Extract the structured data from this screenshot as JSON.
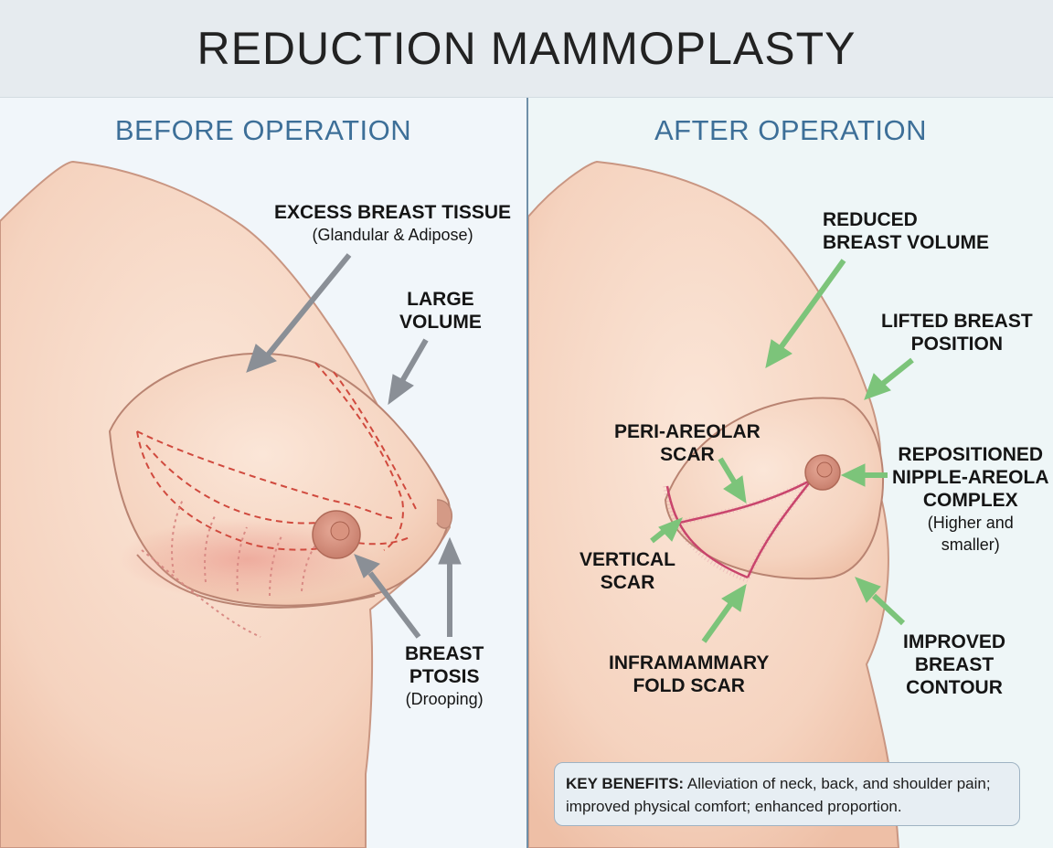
{
  "title": "REDUCTION MAMMOPLASTY",
  "before": {
    "heading": "BEFORE OPERATION",
    "labels": {
      "excess_tissue": {
        "title": "EXCESS BREAST TISSUE",
        "sub": "(Glandular & Adipose)"
      },
      "large_volume": {
        "line1": "LARGE",
        "line2": "VOLUME"
      },
      "ptosis": {
        "line1": "BREAST",
        "line2": "PTOSIS",
        "sub": "(Drooping)"
      }
    }
  },
  "after": {
    "heading": "AFTER OPERATION",
    "labels": {
      "reduced_volume": {
        "line1": "REDUCED",
        "line2": "BREAST VOLUME"
      },
      "lifted_position": {
        "line1": "LIFTED BREAST",
        "line2": "POSITION"
      },
      "peri_areolar": {
        "line1": "PERI-AREOLAR",
        "line2": "SCAR"
      },
      "repositioned": {
        "line1": "REPOSITIONED",
        "line2": "NIPPLE-AREOLA",
        "line3": "COMPLEX",
        "sub1": "(Higher and",
        "sub2": "smaller)"
      },
      "vertical_scar": {
        "line1": "VERTICAL",
        "line2": "SCAR"
      },
      "inframammary": {
        "line1": "INFRAMAMMARY",
        "line2": "FOLD SCAR"
      },
      "improved_contour": {
        "line1": "IMPROVED",
        "line2": "BREAST",
        "line3": "CONTOUR"
      }
    }
  },
  "benefits": {
    "label": "KEY BENEFITS:",
    "text": " Alleviation of neck, back, and shoulder pain; improved physical comfort; enhanced proportion."
  },
  "colors": {
    "skin": "#f6d7c4",
    "skin_outline": "#b98472",
    "incision_dashed": "#d04a3e",
    "scar": "#c8426a",
    "arrow_before": "#8a8f96",
    "arrow_after": "#7cc47a",
    "heading": "#3d6f98"
  }
}
